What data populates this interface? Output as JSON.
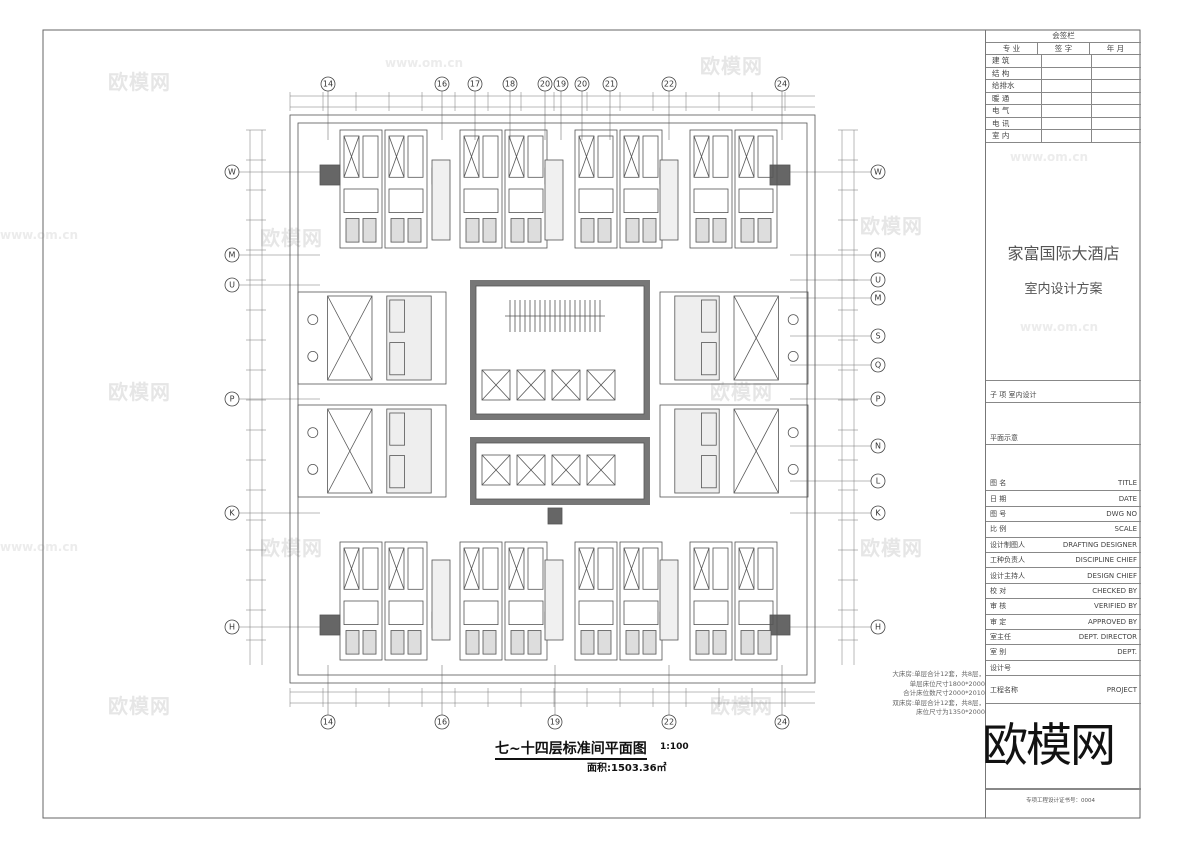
{
  "drawing": {
    "title": "七~十四层标准间平面图",
    "scale": "1:100",
    "area": "面积:1503.36㎡",
    "notes": [
      "大床房:单层合计12套，共8层，",
      "单层床位尺寸1800*2000",
      "合计床位数尺寸2000*2010",
      "双床房:单层合计12套，共8层，",
      "床位尺寸为1350*2000"
    ],
    "grid_top": [
      "14",
      "16",
      "17",
      "18",
      "20",
      "19",
      "20",
      "21",
      "22",
      "24"
    ],
    "grid_bottom": [
      "14",
      "16",
      "19",
      "22",
      "24"
    ],
    "grid_left": [
      "W",
      "M",
      "U",
      "P",
      "K",
      "H"
    ],
    "grid_right": [
      "W",
      "M",
      "U",
      "M",
      "S",
      "Q",
      "P",
      "N",
      "L",
      "K",
      "H"
    ]
  },
  "title_block": {
    "sign_header": "会签栏",
    "sign_columns": [
      "专 业",
      "签 字",
      "年 月"
    ],
    "sign_rows": [
      "建 筑",
      "结 构",
      "给排水",
      "暖 通",
      "电 气",
      "电 讯",
      "室 内"
    ],
    "project_name": "家富国际大酒店",
    "project_subtitle": "室内设计方案",
    "subitem": "子 项 室内设计",
    "plan_note": "平面示意",
    "info_rows": [
      {
        "cn": "图 名",
        "en": "TITLE"
      },
      {
        "cn": "日 期",
        "en": "DATE"
      },
      {
        "cn": "图 号",
        "en": "DWG NO"
      },
      {
        "cn": "比 例",
        "en": "SCALE"
      },
      {
        "cn": "设计制图人",
        "en": "DRAFTING DESIGNER"
      },
      {
        "cn": "工种负责人",
        "en": "DISCIPLINE CHIEF"
      },
      {
        "cn": "设计主持人",
        "en": "DESIGN CHIEF"
      },
      {
        "cn": "校 对",
        "en": "CHECKED BY"
      },
      {
        "cn": "审 核",
        "en": "VERIFIED BY"
      },
      {
        "cn": "审 定",
        "en": "APPROVED BY"
      },
      {
        "cn": "室主任",
        "en": "DEPT. DIRECTOR"
      },
      {
        "cn": "室 别",
        "en": "DEPT."
      },
      {
        "cn": "设计号",
        "en": ""
      },
      {
        "cn": "工程名称",
        "en": "PROJECT"
      }
    ],
    "logo": "欧模网",
    "footnote": "专项工程设计证书号：0004"
  },
  "watermarks": {
    "logo": "欧模网",
    "site": "www.om.cn"
  },
  "colors": {
    "line": "#555555",
    "wall": "#666666",
    "paper": "#ffffff"
  }
}
